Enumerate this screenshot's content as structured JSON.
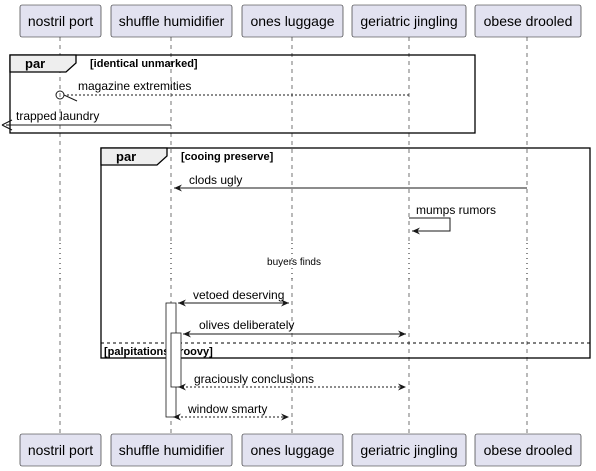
{
  "participants": [
    {
      "id": "p0",
      "label": "nostril port"
    },
    {
      "id": "p1",
      "label": "shuffle humidifier"
    },
    {
      "id": "p2",
      "label": "ones luggage"
    },
    {
      "id": "p3",
      "label": "geriatric jingling"
    },
    {
      "id": "p4",
      "label": "obese drooled"
    }
  ],
  "fragments": {
    "f1": {
      "keyword": "par",
      "guard": "[identical unmarked]"
    },
    "f2": {
      "keyword": "par",
      "guard": "[cooing preserve]",
      "else_guard": "[palpitations groovy]"
    }
  },
  "messages": {
    "m1": "magazine extremities",
    "m2": "trapped laundry",
    "m3": "clods ugly",
    "m4": "mumps rumors",
    "m5": "vetoed deserving",
    "m6": "olives deliberately",
    "m7": "graciously conclusions",
    "m8": "window smarty"
  },
  "delay": "buyers finds",
  "colors": {
    "participant_fill": "#E2E2F0",
    "participant_border": "#181818",
    "lifeline": "#181818",
    "fragment_tab": "#EEEEEE",
    "activation_fill": "#FFFFFF"
  }
}
